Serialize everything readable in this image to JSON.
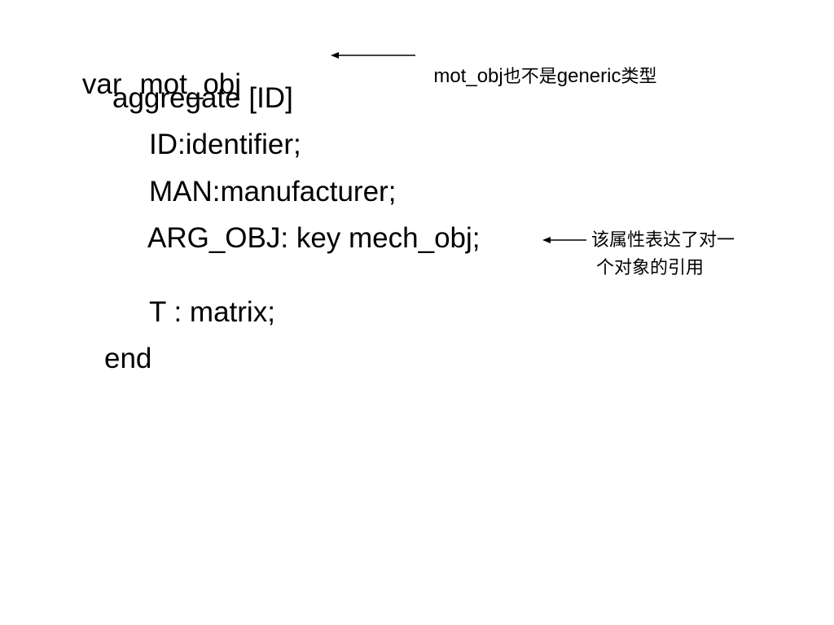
{
  "code": {
    "keyword_var": "var",
    "var_name": "mot_obj",
    "aggregate": "aggregate [ID]",
    "field_id": "ID:identifier;",
    "field_man": "MAN:manufacturer;",
    "field_arg": "ARG_OBJ: key mech_obj;",
    "field_t": "T : matrix;",
    "end": "end"
  },
  "annotations": {
    "note1_prefix": "mot_obj",
    "note1_cn1": "也不是",
    "note1_mid": "generic",
    "note1_cn2": "类型",
    "note2_line1": "该属性表达了对一",
    "note2_line2": "个对象的引用"
  }
}
